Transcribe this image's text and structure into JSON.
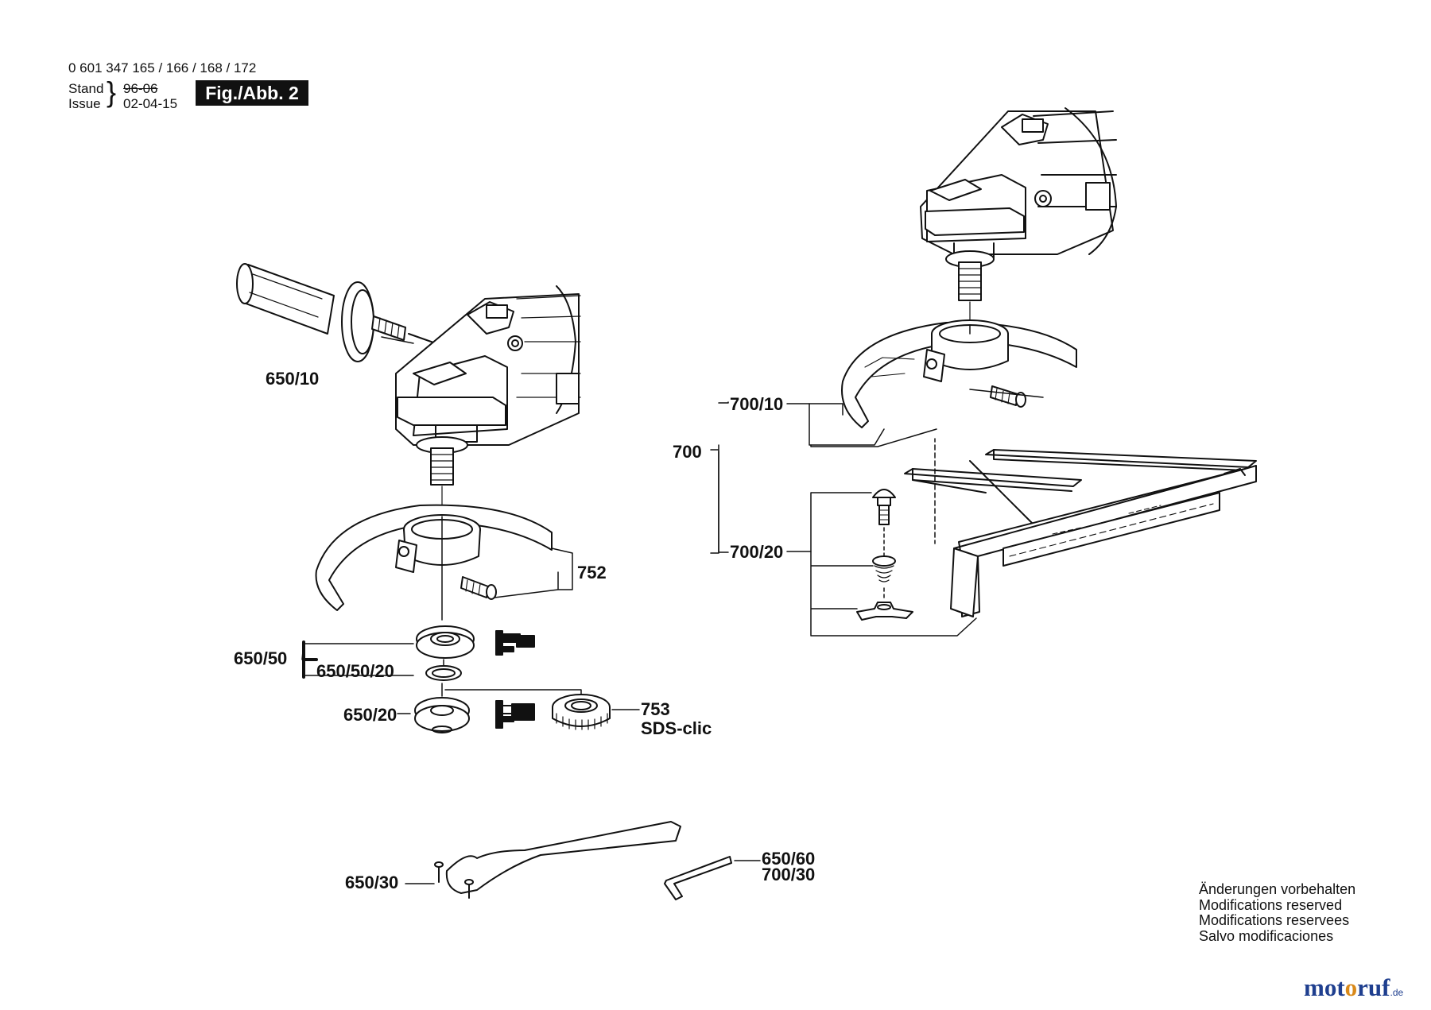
{
  "header": {
    "model_numbers": "0 601 347 165 / 166 / 168 / 172",
    "stand_label": "Stand",
    "issue_label": "Issue",
    "stand_date_struck": "96-06",
    "issue_date": "02-04-15",
    "figure_badge": "Fig./Abb. 2"
  },
  "callouts": {
    "p650_10": "650/10",
    "p752": "752",
    "p650_50": "650/50",
    "p650_50_20": "650/50/20",
    "p650_20": "650/20",
    "p753": "753",
    "p753_sub": "SDS-clic",
    "p650_30": "650/30",
    "p650_60": "650/60",
    "p700_30": "700/30",
    "p700": "700",
    "p700_10": "700/10",
    "p700_20": "700/20"
  },
  "notes": [
    "Änderungen vorbehalten",
    "Modifications reserved",
    "Modifications reservees",
    "Salvo modificaciones"
  ],
  "brand": {
    "name_part1": "mot",
    "name_part2": "o",
    "name_part3": "ruf",
    "tld": ".de",
    "colors": {
      "primary": "#1f3f8f",
      "accent": "#d9891a"
    }
  }
}
